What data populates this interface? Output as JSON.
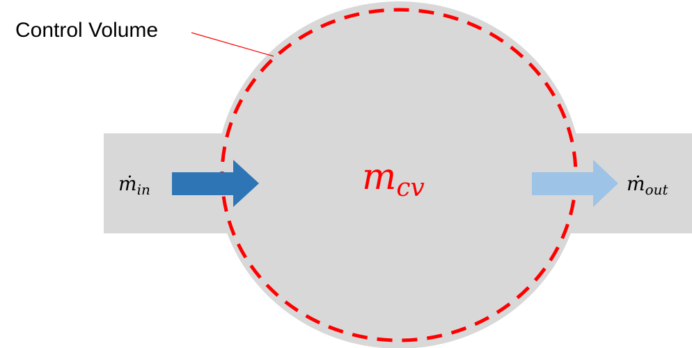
{
  "control_volume_label": "Control Volume",
  "inlet": {
    "symbol": "ṁ",
    "subscript": "in"
  },
  "outlet": {
    "symbol": "ṁ",
    "subscript": "out"
  },
  "mass": {
    "symbol": "m",
    "subscript": "cv"
  },
  "colors": {
    "body": "#d8d8d8",
    "boundary": "#ff0000",
    "inlet_arrow": "#2e75b6",
    "outlet_arrow": "#9dc3e6",
    "text": "#000000"
  }
}
